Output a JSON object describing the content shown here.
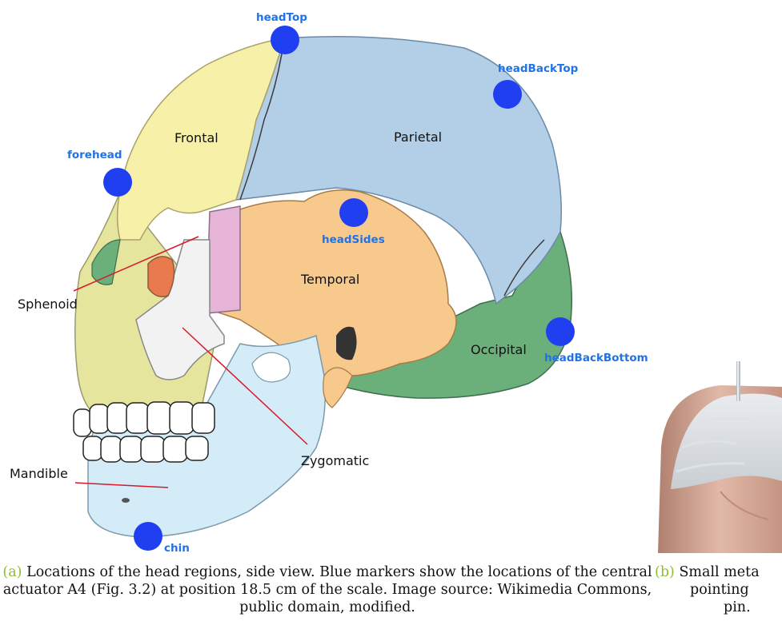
{
  "figure": {
    "markers": {
      "headTop": "headTop",
      "headBackTop": "headBackTop",
      "forehead": "forehead",
      "headSides": "headSides",
      "headBackBottom": "headBackBottom",
      "chin": "chin"
    },
    "bones": {
      "frontal": "Frontal",
      "parietal": "Parietal",
      "temporal": "Temporal",
      "sphenoid": "Sphenoid",
      "occipital": "Occipital",
      "zygomatic": "Zygomatic",
      "mandible": "Mandible"
    },
    "colors": {
      "marker": "#1f3ff0",
      "marker_label": "#1e73e8",
      "frontal": "#f7f0a8",
      "parietal": "#b3cfe8",
      "temporal": "#f8c98d",
      "occipital": "#6bb07a",
      "sphenoid": "#e6b4d6",
      "mandible": "#d4ecf8",
      "caption_tag": "#8dbf2d",
      "pointer_line": "#d9192a"
    }
  },
  "captions": {
    "a": {
      "tag": "(a)",
      "text": "Locations of the head regions, side view. Blue markers show the locations of the central actuator A4 (Fig. 3.2) at position 18.5 cm of the scale. Image source: Wikimedia Commons, public domain, modified."
    },
    "b": {
      "tag": "(b)",
      "line1": "Small meta",
      "line2": "pointing",
      "line3": "pin."
    }
  }
}
